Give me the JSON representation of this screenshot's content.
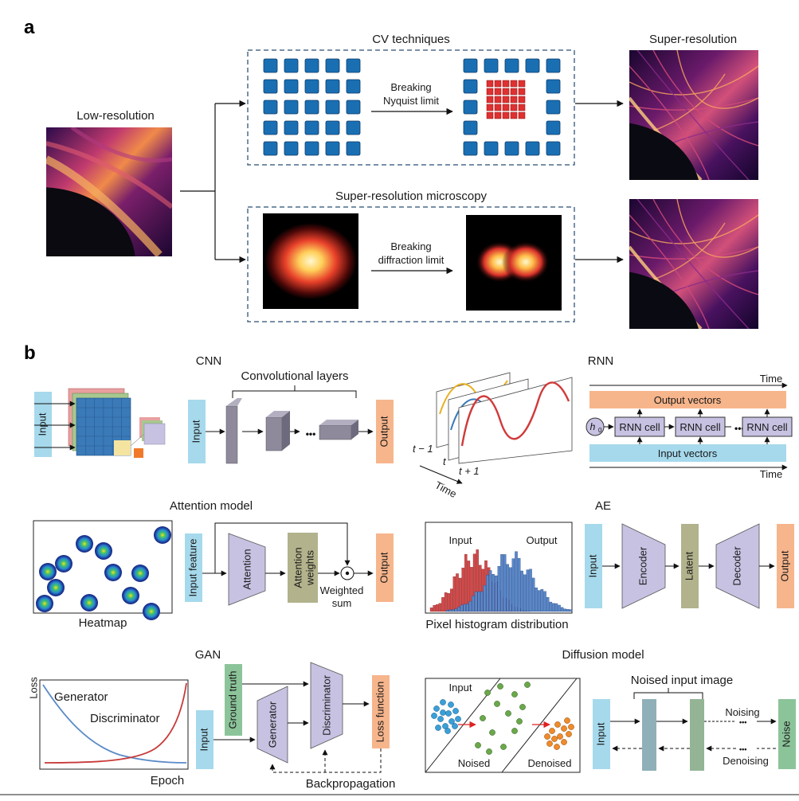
{
  "panel_a": {
    "letter": "a",
    "low_res_title": "Low-resolution",
    "cv_title": "CV techniques",
    "cv_arrow_line1": "Breaking",
    "cv_arrow_line2": "Nyquist limit",
    "srm_title": "Super-resolution microscopy",
    "srm_arrow_line1": "Breaking",
    "srm_arrow_line2": "diffraction limit",
    "super_res_title": "Super-resolution"
  },
  "panel_b": {
    "letter": "b",
    "cnn": {
      "title": "CNN",
      "conv_layers": "Convolutional layers",
      "input": "Input",
      "output": "Output",
      "dots": "•••"
    },
    "rnn": {
      "title": "RNN",
      "time_top": "Time",
      "time_bottom": "Time",
      "output_vectors": "Output vectors",
      "input_vectors": "Input vectors",
      "h0": "h",
      "h0_sub": "0",
      "cell": "RNN cell",
      "dots": "•••",
      "t_minus": "t − 1",
      "t": "t",
      "t_plus": "t + 1",
      "time_axis": "Time"
    },
    "attention": {
      "title": "Attention model",
      "heatmap": "Heatmap",
      "input_feature": "Input feature",
      "attention": "Attention",
      "weights_line1": "Attention",
      "weights_line2": "weights",
      "weighted_line1": "Weighted",
      "weighted_line2": "sum",
      "output": "Output"
    },
    "histogram": {
      "input": "Input",
      "output": "Output",
      "caption": "Pixel histogram distribution"
    },
    "ae": {
      "title": "AE",
      "input": "Input",
      "encoder": "Encoder",
      "latent": "Latent",
      "decoder": "Decoder",
      "output": "Output"
    },
    "gan": {
      "title": "GAN",
      "loss": "Loss",
      "epoch": "Epoch",
      "generator_curve": "Generator",
      "discriminator_curve": "Discriminator",
      "ground_truth": "Ground truth",
      "input": "Input",
      "generator": "Generator",
      "discriminator": "Discriminator",
      "loss_function": "Loss function",
      "backprop": "Backpropagation"
    },
    "diffusion": {
      "title": "Diffusion model",
      "input": "Input",
      "noised": "Noised",
      "denoised": "Denoised",
      "noised_input_image": "Noised input image",
      "input_box": "Input",
      "noising": "Noising",
      "denoising": "Denoising",
      "noise": "Noise",
      "dots": "•••"
    }
  },
  "colors": {
    "grid_blue": "#1a6fb3",
    "grid_red": "#e03030",
    "frame_dash": "#4d6b8a",
    "input_blue": "#a6d9ec",
    "output_orange": "#f7b58c",
    "layer_gray": "#8e8a9c",
    "lavender": "#c7c2e2",
    "olive": "#b2b28c",
    "green_box": "#8cc49a",
    "slate": "#8fb0b8",
    "sage": "#93b596"
  }
}
